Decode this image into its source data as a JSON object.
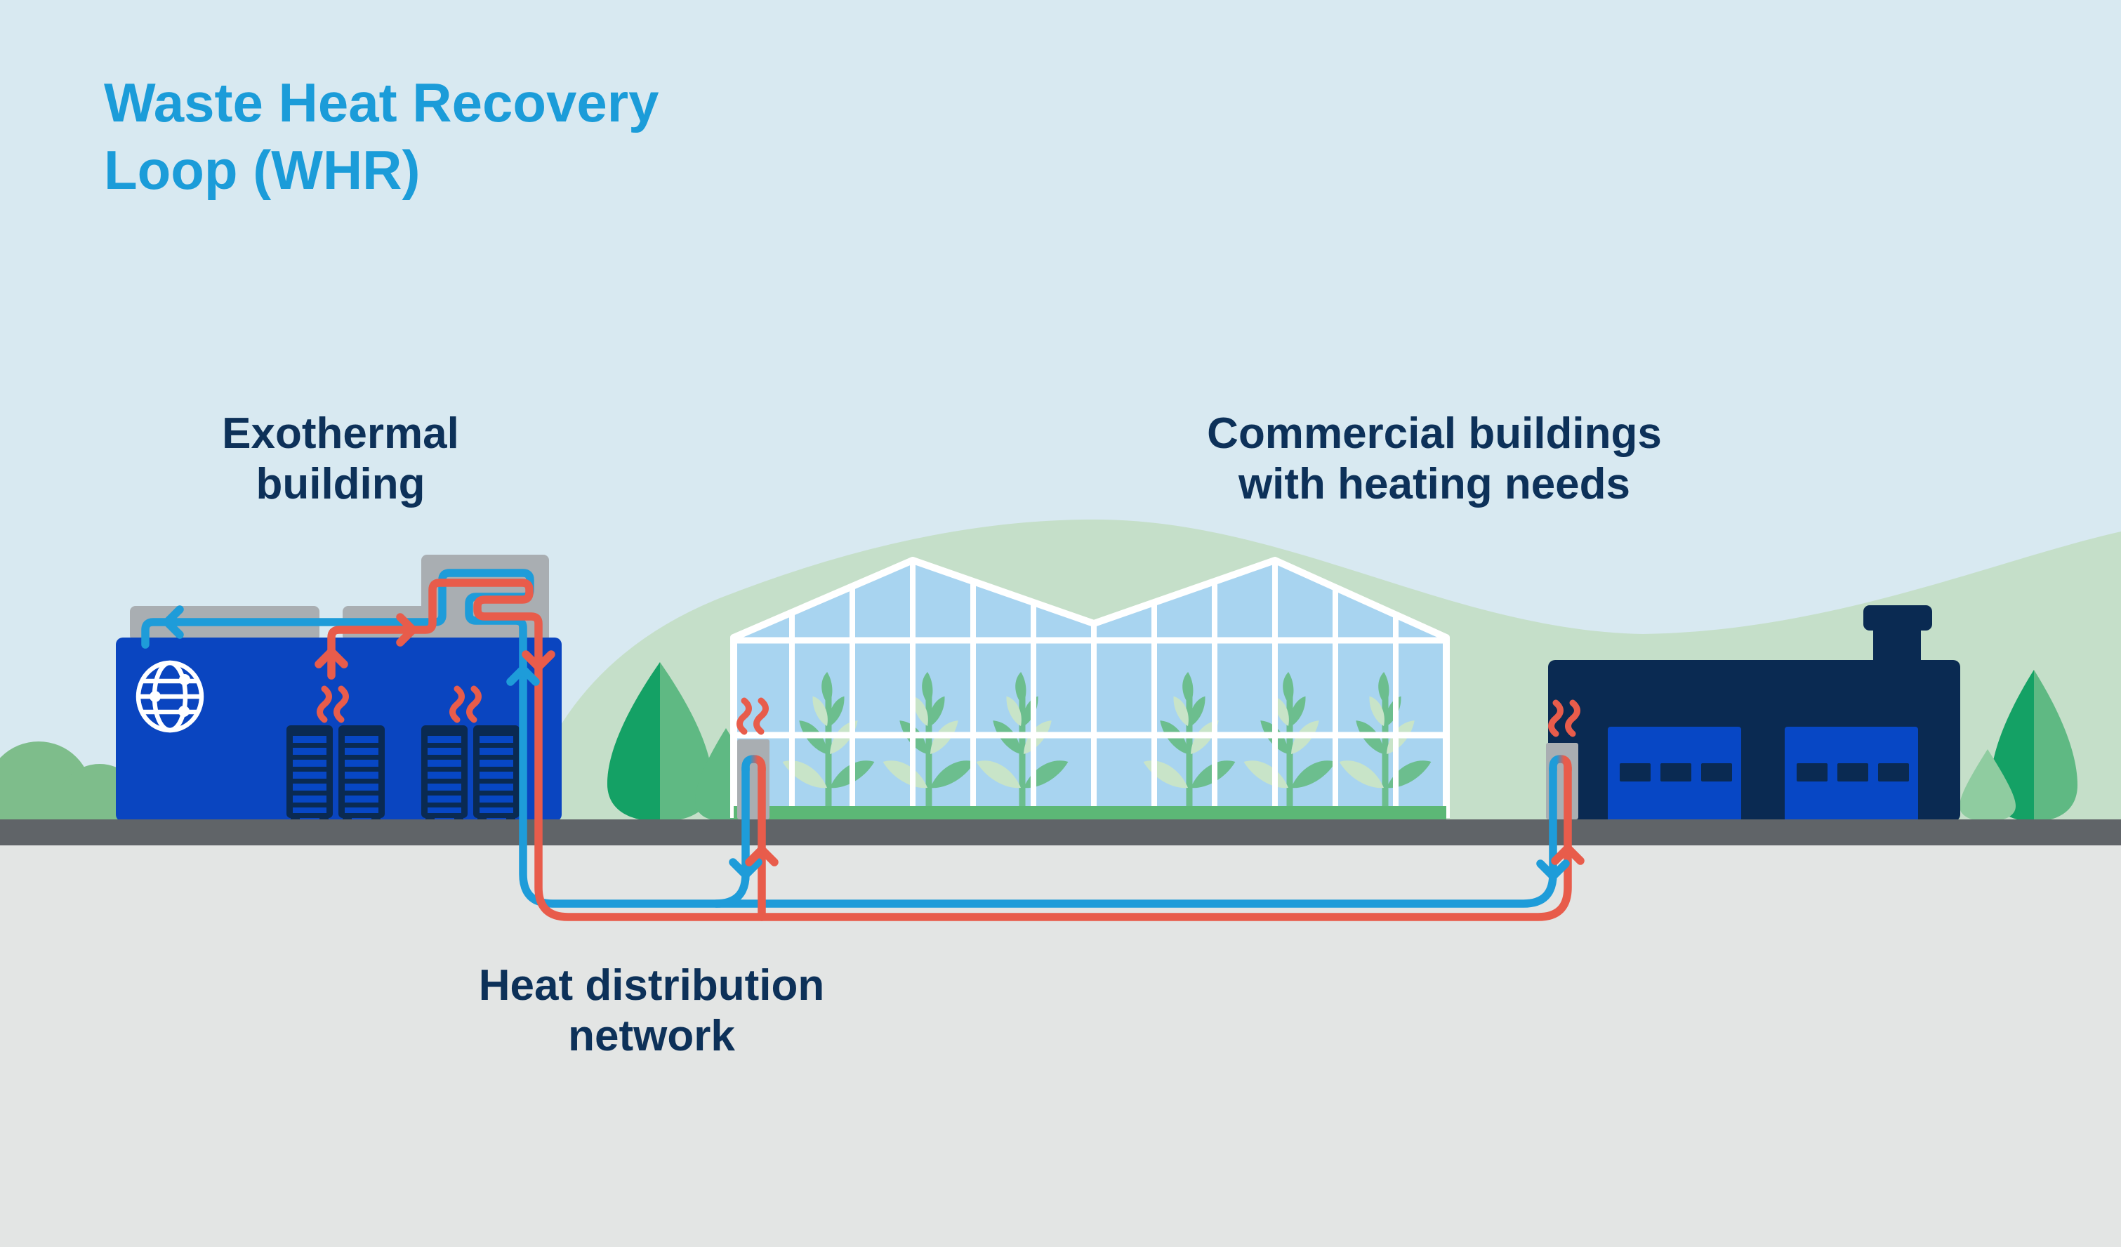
{
  "title": {
    "line1": "Waste Heat Recovery",
    "line2": "Loop (WHR)"
  },
  "labels": {
    "exothermal_building": {
      "line1": "Exothermal",
      "line2": "building"
    },
    "commercial_buildings": {
      "line1": "Commercial buildings",
      "line2": "with heating needs"
    },
    "heat_network": {
      "line1": "Heat distribution",
      "line2": "network"
    }
  },
  "icons": {
    "globe": "globe-network-icon",
    "heat_wave": "heat-wave-icon",
    "flow_arrow": "chevron-flow-arrow-icon"
  },
  "scene": {
    "exothermal_building": {
      "type": "data center",
      "server_racks": 4,
      "rooftop_units": 3,
      "heat_exchanger_coil": true
    },
    "greenhouse": {
      "gables": 2,
      "plants": 6
    },
    "commercial_building": {
      "garage_doors": 2,
      "door_dashes_per_door": 3,
      "chimney": true
    },
    "pipes": {
      "hot_supply": "red",
      "cool_return": "blue"
    },
    "trees": 4
  },
  "colors": {
    "sky": "#D8E9F1",
    "hill": "#C5DFC9",
    "road": "#606468",
    "underground": "#E3E5E4",
    "bush": "#7EBD8B",
    "tree_dark": "#14A165",
    "tree_mid": "#5FB983",
    "tree_light": "#8FCCA0",
    "glass": "#A8D4F0",
    "gh_base": "#5CB876",
    "plant_mid": "#6CBE8E",
    "plant_light": "#C8E4C8",
    "royal": "#0A45C0",
    "door": "#0747C5",
    "navy": "#0A2A52",
    "text_navy": "#0D3159",
    "title_blue": "#1B9CD9",
    "pipe_hot": "#E85C4B",
    "pipe_cold": "#1E9CD9",
    "unit_gray": "#A9AEB2"
  }
}
